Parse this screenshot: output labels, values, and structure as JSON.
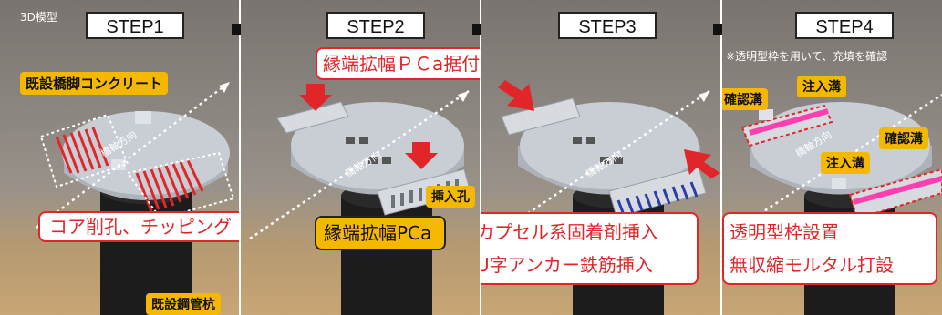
{
  "tag_3d": "3D模型",
  "steps": [
    "STEP1",
    "STEP2",
    "STEP3",
    "STEP4"
  ],
  "step1": {
    "label_existing_pier": "既設橋脚コンクリート",
    "axis_label": "橋軸方向",
    "callout": "コア削孔、チッピング",
    "label_steel_pile": "既設鋼管杭"
  },
  "step2": {
    "callout_top": "縁端拡幅ＰＣa据付",
    "axis_label": "橋軸方向",
    "label_insert_hole": "挿入孔",
    "callout_bottom": "縁端拡幅PCa"
  },
  "step3": {
    "axis_label": "橋軸方向",
    "callout_line1": "カプセル系固着剤挿入",
    "callout_line2": "U字アンカー鉄筋挿入"
  },
  "step4": {
    "note": "※透明型枠を用いて、充填を確認",
    "label_check_groove_1": "確認溝",
    "label_inject_groove_1": "注入溝",
    "axis_label": "橋軸方向",
    "label_check_groove_2": "確認溝",
    "label_inject_groove_2": "注入溝",
    "callout_line1": "透明型枠設置",
    "callout_line2": "無収縮モルタル打設"
  },
  "colors": {
    "callout_red": "#e1262a",
    "label_yellow": "#f5b800",
    "model_gray": "#c9cdd4",
    "pile_black": "#1a1a1a",
    "arrow_black": "#111111"
  },
  "icons": [
    "step-arrow-icon"
  ]
}
